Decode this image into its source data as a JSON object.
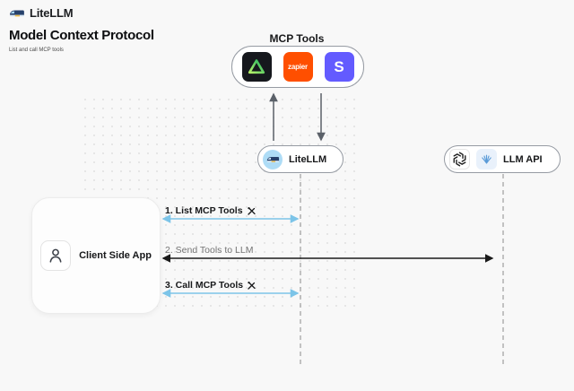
{
  "brand": {
    "name": "LiteLLM"
  },
  "heading": {
    "title": "Model Context Protocol",
    "subtitle": "List and call MCP tools"
  },
  "mcp": {
    "label": "MCP Tools",
    "tools": [
      {
        "name": "green-triangle-tool",
        "bg": "#16181d",
        "text": ""
      },
      {
        "name": "zapier",
        "bg": "#ff4f00",
        "text": "zapier"
      },
      {
        "name": "stripe",
        "bg": "#635bff",
        "text": "S"
      }
    ]
  },
  "nodes": {
    "litellm": {
      "label": "LiteLLM"
    },
    "llm_api": {
      "label": "LLM API"
    },
    "client": {
      "label": "Client Side App"
    }
  },
  "flows": [
    {
      "label": "1. List MCP Tools",
      "color": "#7cc4e8",
      "tool_icon": true
    },
    {
      "label": "2. Send Tools to LLM",
      "color": "#1a1a1a",
      "tool_icon": false
    },
    {
      "label": "3. Call MCP Tools",
      "color": "#7cc4e8",
      "tool_icon": true
    }
  ],
  "colors": {
    "background": "#f8f8f8",
    "accent_blue": "#7cc4e8",
    "arrow_dark": "#1a1a1a",
    "arrow_gray": "#5b6169",
    "lifeline_gray": "#a6a6a6",
    "zapier_orange": "#ff4f00",
    "stripe_purple": "#635bff",
    "litellm_icon_bg": "#aedcf6"
  }
}
